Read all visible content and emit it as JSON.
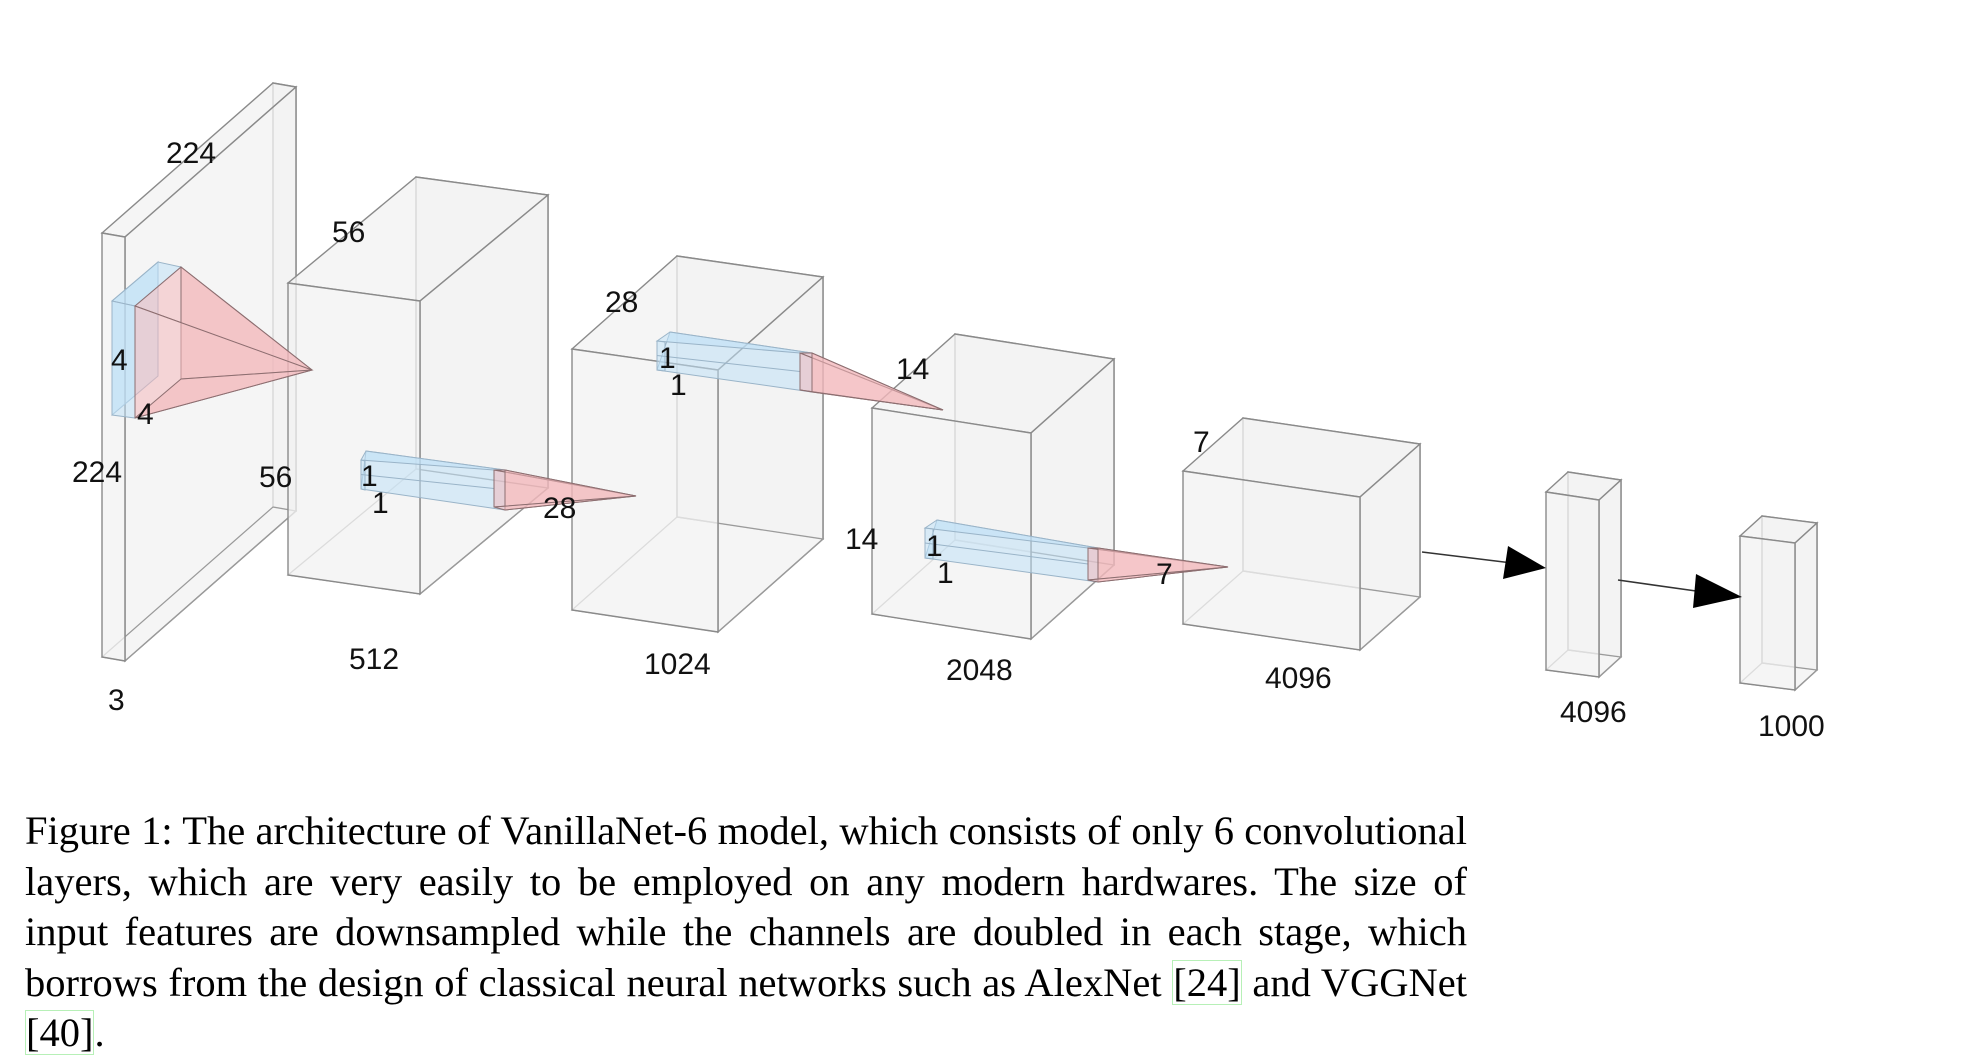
{
  "figure": {
    "layers": [
      {
        "id": "input",
        "width_label": "224",
        "height_label": "224",
        "channels_label": "3",
        "kernel": {
          "h_label": "4",
          "w_label": "4"
        }
      },
      {
        "id": "stage1",
        "width_label": "56",
        "height_label": "56",
        "channels_label": "512",
        "kernel": {
          "h_label": "1",
          "w_label": "1"
        }
      },
      {
        "id": "stage2",
        "width_label": "28",
        "height_label": "28",
        "channels_label": "1024",
        "kernel": {
          "h_label": "1",
          "w_label": "1"
        }
      },
      {
        "id": "stage3",
        "width_label": "14",
        "height_label": "14",
        "channels_label": "2048",
        "kernel": {
          "h_label": "1",
          "w_label": "1"
        }
      },
      {
        "id": "stage4",
        "width_label": "7",
        "height_label": "7",
        "channels_label": "4096"
      },
      {
        "id": "fc1",
        "channels_label": "4096"
      },
      {
        "id": "fc2",
        "channels_label": "1000"
      }
    ],
    "colors": {
      "box_fill": "#f2f2f2",
      "box_stroke": "#8a8a8a",
      "kernel_fill": "#bfe0f5",
      "cone_fill": "#f3b8bc",
      "arrow": "#000000"
    }
  },
  "caption": {
    "prefix": "Figure 1: The architecture of VanillaNet-6 model, which consists of only 6 convolutional layers, which are very easily to be employed on any modern hardwares.  The size of input features are downsampled while the channels are doubled in each stage, which borrows from the design of classical neural networks such as AlexNet ",
    "ref1": "[24]",
    "middle": " and VGGNet ",
    "ref2": "[40]",
    "suffix": "."
  }
}
